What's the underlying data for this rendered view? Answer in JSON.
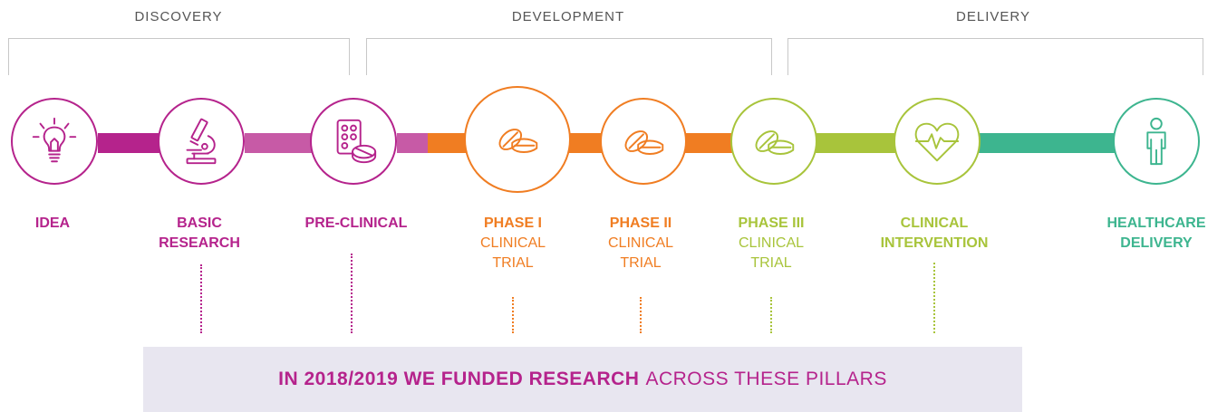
{
  "groups": {
    "discovery": "DISCOVERY",
    "development": "DEVELOPMENT",
    "delivery": "DELIVERY"
  },
  "colors": {
    "magenta": "#b5238c",
    "pink": "#c75aa6",
    "orange": "#f07d22",
    "lime": "#a8c43b",
    "teal": "#3db58f",
    "banner_bg": "#e8e6f0"
  },
  "stages": [
    {
      "icon": "lightbulb-icon",
      "title": "IDEA",
      "title2": "",
      "sub1": "",
      "sub2": ""
    },
    {
      "icon": "microscope-icon",
      "title": "BASIC",
      "title2": "RESEARCH",
      "sub1": "",
      "sub2": ""
    },
    {
      "icon": "pill-pack-icon",
      "title": "PRE-CLINICAL",
      "title2": "",
      "sub1": "",
      "sub2": ""
    },
    {
      "icon": "pills-icon",
      "title": "PHASE I",
      "title2": "",
      "sub1": "CLINICAL",
      "sub2": "TRIAL"
    },
    {
      "icon": "pills-icon",
      "title": "PHASE II",
      "title2": "",
      "sub1": "CLINICAL",
      "sub2": "TRIAL"
    },
    {
      "icon": "pills-icon",
      "title": "PHASE III",
      "title2": "",
      "sub1": "CLINICAL",
      "sub2": "TRIAL"
    },
    {
      "icon": "heart-pulse-icon",
      "title": "CLINICAL",
      "title2": "INTERVENTION",
      "sub1": "",
      "sub2": ""
    },
    {
      "icon": "person-icon",
      "title": "HEALTHCARE",
      "title2": "DELIVERY",
      "sub1": "",
      "sub2": ""
    }
  ],
  "banner": {
    "highlight": "IN 2018/2019 WE FUNDED RESEARCH",
    "rest": "ACROSS THESE PILLARS"
  }
}
